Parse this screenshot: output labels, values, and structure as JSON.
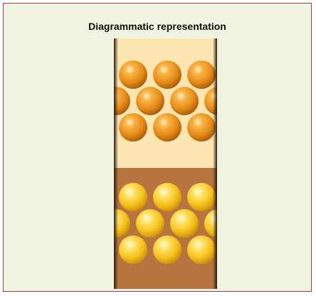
{
  "figure": {
    "title": "Diagrammatic representation"
  },
  "diagram": {
    "upper_layer": {
      "background": "#fde6b2",
      "particle_color": "#e58a17",
      "rows": [
        3,
        4,
        3
      ]
    },
    "lower_layer": {
      "background": "#b8743e",
      "particle_color": "#f6c11c",
      "rows": [
        3,
        4,
        3
      ]
    },
    "edge_color": "#2b1c10"
  }
}
